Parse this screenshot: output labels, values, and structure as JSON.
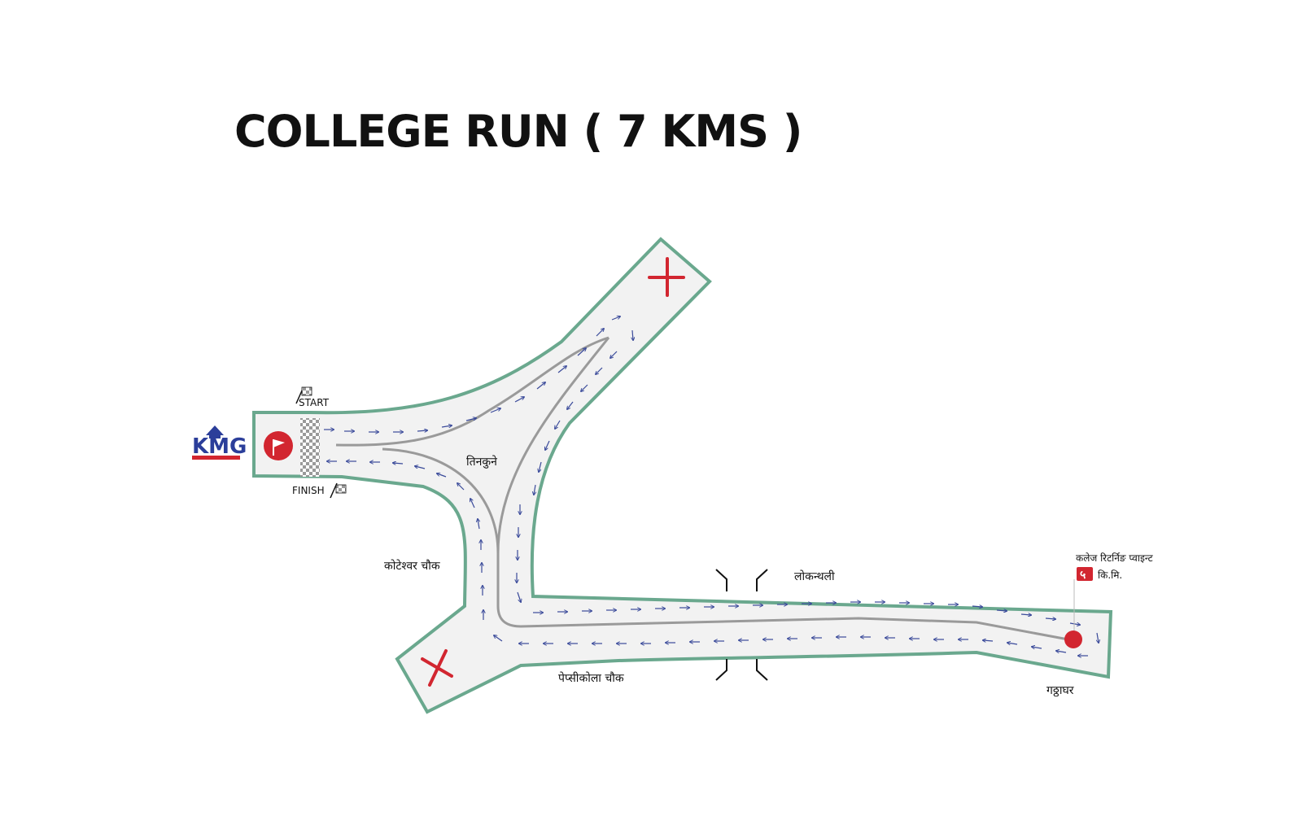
{
  "title": "COLLEGE RUN ( 7 KMS )",
  "logo": {
    "text": "KMG"
  },
  "labels": {
    "start": "START",
    "finish": "FINISH",
    "tinkune": "तिनकुने",
    "koteshwor": "कोटेश्वर चौक",
    "lokanthali": "लोकन्थली",
    "pepsicola": "पेप्सीकोला चौक",
    "gathaghar": "गठ्ठाघर",
    "turning_point": "कलेज रिटर्निङ प्वाइन्ट",
    "turning_km_num": "५",
    "turning_km_unit": "कि.मि."
  },
  "colors": {
    "road_fill": "#f2f2f2",
    "road_border": "#6aa88e",
    "route_line": "#9a9a9a",
    "arrow": "#3a4a9a",
    "marker_red": "#d22630",
    "logo_blue": "#2b3e9a"
  },
  "icons": {
    "start": "checkered-flag-icon",
    "finish": "checkered-flag-icon",
    "start_marker": "red-flag-icon",
    "closed": "x-mark-icon",
    "turn": "red-dot-icon",
    "bridge": "bridge-icon"
  }
}
